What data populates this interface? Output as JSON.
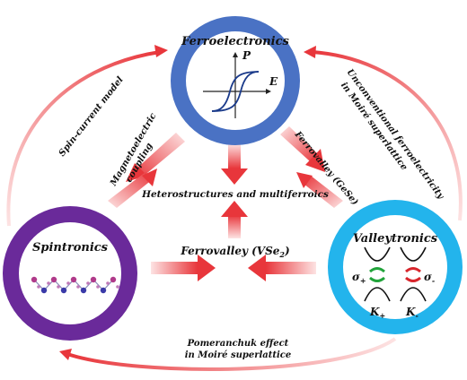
{
  "nodes": {
    "ferroelectronics": {
      "title": "Ferroelectronics",
      "axis_p": "P",
      "axis_e": "E",
      "ring_color": "#4a72c4"
    },
    "spintronics": {
      "title": "Spintronics",
      "ring_color": "#6a2a9a"
    },
    "valleytronics": {
      "title": "Valleytronics",
      "sigma_plus": "σ",
      "sigma_plus_sub": "+",
      "sigma_minus": "σ",
      "sigma_minus_sub": "-",
      "k_plus": "K",
      "k_plus_sub": "+",
      "k_minus": "K",
      "k_minus_sub": "-",
      "ring_color": "#23b4ec"
    }
  },
  "center": {
    "heterostructures": "Heterostructures and multiferroics",
    "ferrovalley_vse2": "Ferrovalley (VSe",
    "ferrovalley_vse2_sub": "2",
    "ferrovalley_vse2_end": ")"
  },
  "edge_labels": {
    "spin_current": "Spin-current model",
    "magnetoelectric_line1": "Magnetoelectric",
    "magnetoelectric_line2": "coupling",
    "ferrovalley_gese": "Ferrovalley (GeSe)",
    "unconventional_line1": "Unconventional  ferroelectricity",
    "unconventional_line2": "in Moiré superlattice",
    "pomeranchuk_line1": "Pomeranchuk effect",
    "pomeranchuk_line2": "in Moiré superlattice"
  },
  "colors": {
    "arrow": "#e8363b",
    "arrow_light": "#fde2e2"
  }
}
